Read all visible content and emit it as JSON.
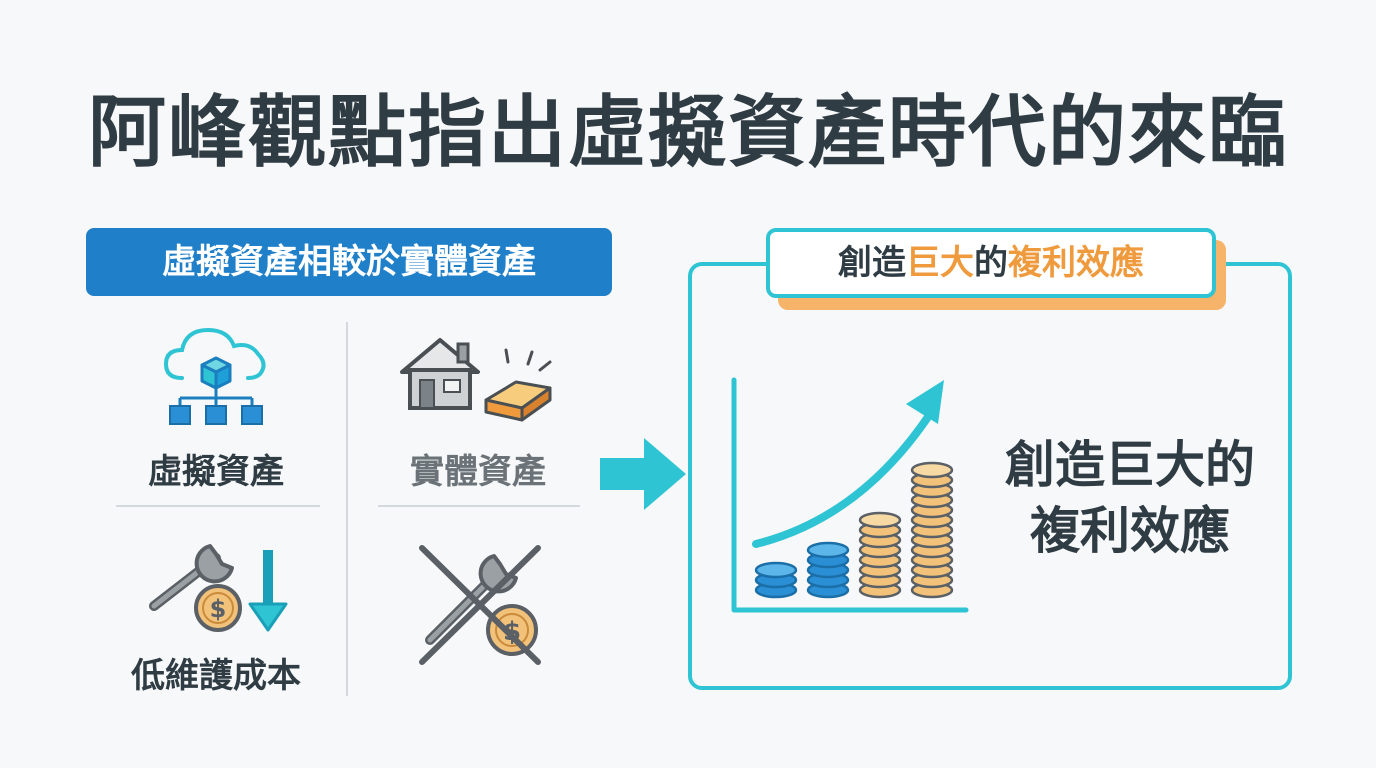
{
  "title": "阿峰觀點指出虛擬資產時代的來臨",
  "left_section": {
    "banner": "虛擬資產相較於實體資產",
    "virtual_assets": {
      "label": "虛擬資產",
      "icon": "cloud-network-icon"
    },
    "physical_assets": {
      "label": "實體資產",
      "icon": "house-gold-icon"
    },
    "low_maintenance": {
      "label": "低維護成本",
      "icon": "wrench-coin-down-icon"
    },
    "no_maintenance": {
      "icon": "crossed-wrench-coin-icon"
    }
  },
  "right_section": {
    "label_parts": [
      "創造",
      "巨大",
      "的",
      "複利效應"
    ],
    "text_line1": "創造巨大的",
    "text_line2": "複利效應",
    "icon": "growth-coins-chart-icon"
  },
  "colors": {
    "title": "#2f3c44",
    "banner_blue": "#1f7fc9",
    "accent_teal": "#2ec4d4",
    "accent_orange": "#ef9a3d",
    "coin_gold": "#f2c27a",
    "coin_blue": "#2b8fd6"
  }
}
